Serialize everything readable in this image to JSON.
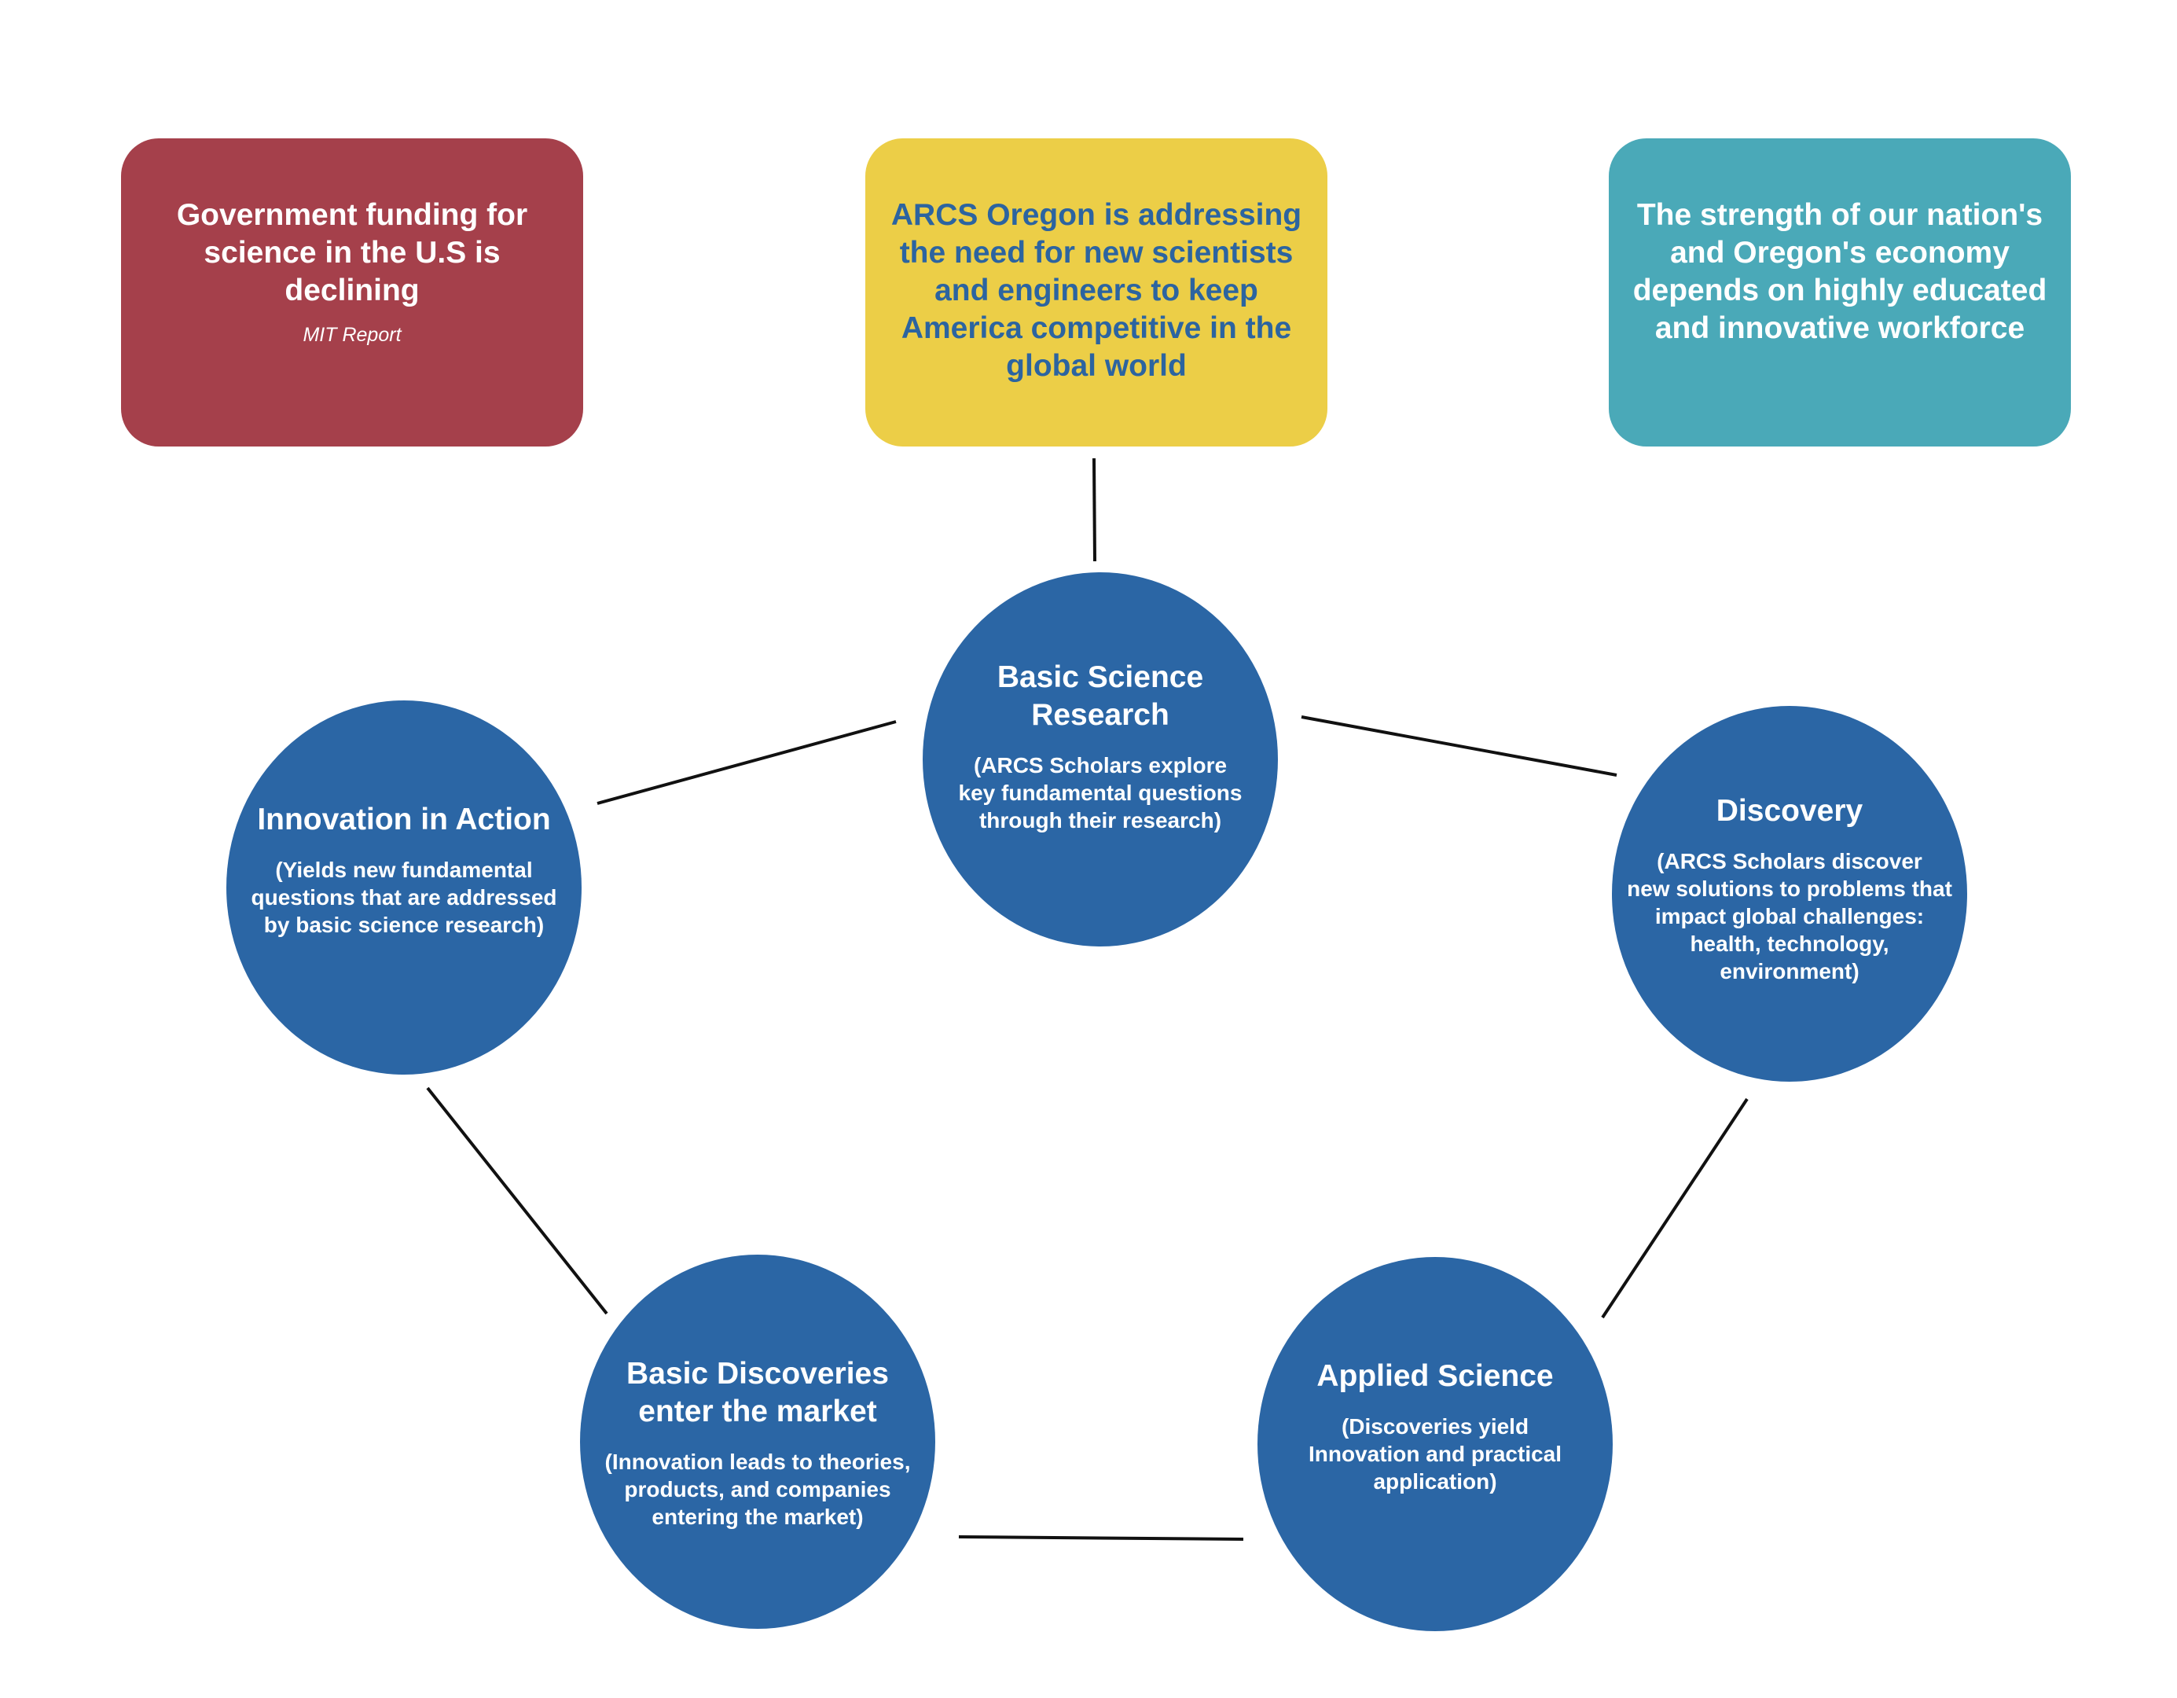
{
  "boxes": {
    "funding": {
      "text": "Government funding for science in the U.S is declining",
      "source": "MIT Report",
      "color": "#a5404b"
    },
    "arcs": {
      "text": "ARCS Oregon is addressing the need for new scientists and engineers to keep America competitive in the global world",
      "color": "#ecce47",
      "text_color": "#2c64a0"
    },
    "economy": {
      "text": "The strength of our nation's and Oregon's economy depends on highly educated and innovative workforce",
      "color": "#4aa9b8"
    }
  },
  "cycle": {
    "node_color": "#2b66a5",
    "nodes": {
      "basic_science": {
        "title": "Basic Science Research",
        "desc": "(ARCS Scholars explore\nkey fundamental questions\nthrough their research)"
      },
      "discovery": {
        "title": "Discovery",
        "desc": "(ARCS Scholars discover\nnew solutions to problems that\nimpact global challenges:\nhealth, technology,\nenvironment)"
      },
      "applied": {
        "title": "Applied Science",
        "desc": "(Discoveries yield\nInnovation and practical\napplication)"
      },
      "basic_discoveries": {
        "title": "Basic Discoveries enter the market",
        "desc": "(Innovation leads to  theories,\nproducts, and companies\nentering the market)"
      },
      "innovation": {
        "title": "Innovation in Action",
        "desc": "(Yields new fundamental\nquestions that are addressed\nby basic science research)"
      }
    }
  }
}
